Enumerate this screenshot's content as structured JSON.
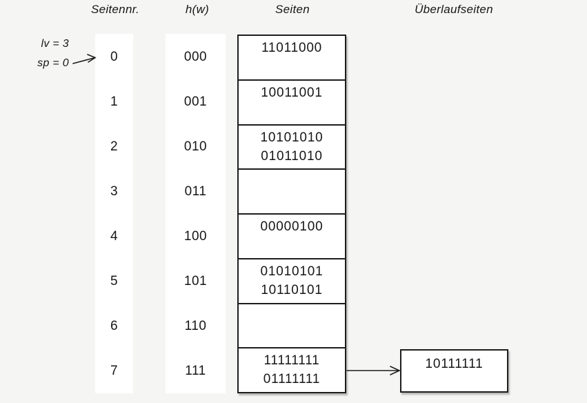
{
  "headers": {
    "seitennr": "Seitennr.",
    "hw": "h(w)",
    "seiten": "Seiten",
    "ueberlaufseiten": "Überlaufseiten"
  },
  "annotation": {
    "lv": "lv = 3",
    "sp": "sp = 0"
  },
  "rows": [
    {
      "nr": "0",
      "hw": "000",
      "lines": [
        "11011000"
      ]
    },
    {
      "nr": "1",
      "hw": "001",
      "lines": [
        "10011001"
      ]
    },
    {
      "nr": "2",
      "hw": "010",
      "lines": [
        "10101010",
        "01011010"
      ]
    },
    {
      "nr": "3",
      "hw": "011",
      "lines": []
    },
    {
      "nr": "4",
      "hw": "100",
      "lines": [
        "00000100"
      ]
    },
    {
      "nr": "5",
      "hw": "101",
      "lines": [
        "01010101",
        "10110101"
      ]
    },
    {
      "nr": "6",
      "hw": "110",
      "lines": []
    },
    {
      "nr": "7",
      "hw": "111",
      "lines": [
        "11111111",
        "01111111"
      ]
    }
  ],
  "overflow": {
    "value": "10111111"
  },
  "colors": {
    "background": "#f5f5f4",
    "strip": "#ffffff",
    "border": "#1d1d1d",
    "text": "#161616"
  }
}
